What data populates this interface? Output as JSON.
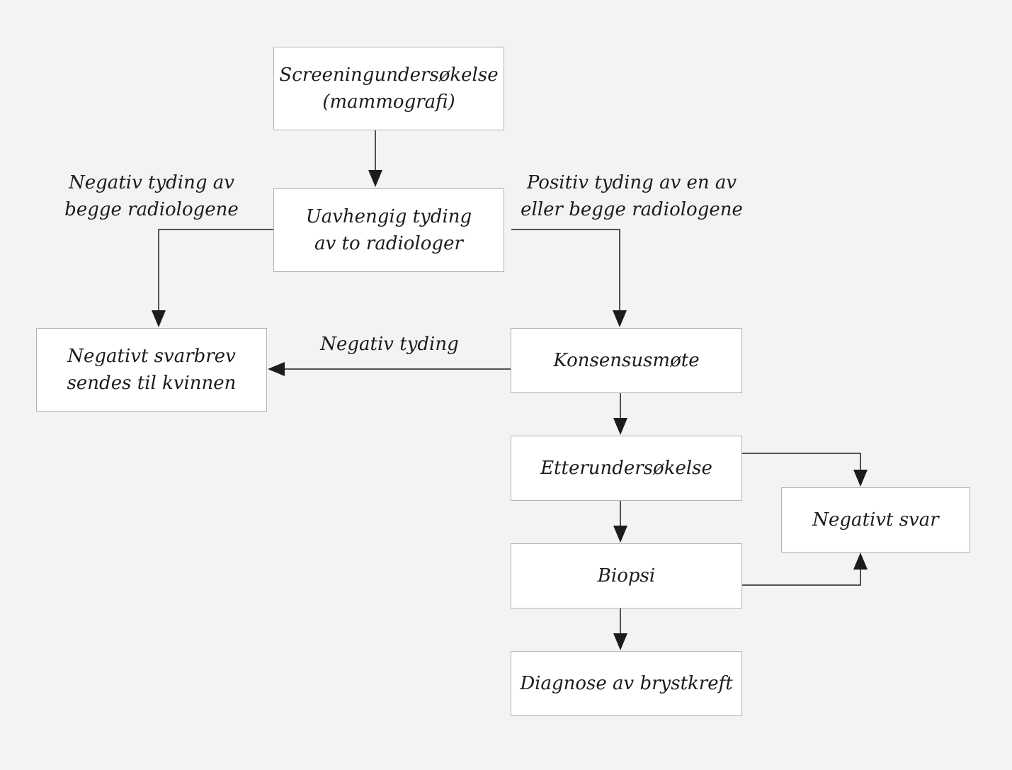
{
  "nodes": {
    "screening": {
      "lines": [
        "Screeningundersøkelse",
        "(mammografi)"
      ]
    },
    "independent_reading": {
      "lines": [
        "Uavhengig tyding",
        "av to radiologer"
      ]
    },
    "negative_letter": {
      "lines": [
        "Negativt svarbrev",
        "sendes til kvinnen"
      ]
    },
    "consensus": {
      "lines": [
        "Konsensusmøte"
      ]
    },
    "follow_up": {
      "lines": [
        "Etterundersøkelse"
      ]
    },
    "negative_answer": {
      "lines": [
        "Negativt svar"
      ]
    },
    "biopsy": {
      "lines": [
        "Biopsi"
      ]
    },
    "diagnosis": {
      "lines": [
        "Diagnose av brystkreft"
      ]
    }
  },
  "edge_labels": {
    "negative_both": [
      "Negativ tyding av",
      "begge radiologene"
    ],
    "positive_one": [
      "Positiv tyding av en av",
      "eller begge radiologene"
    ],
    "negative_consensus": [
      "Negativ tyding"
    ]
  },
  "colors": {
    "background": "#f4f3f1",
    "box_fill": "#ffffff",
    "box_border": "#b3b3b3",
    "line": "#1c1c1c",
    "text": "#1c1c1c"
  }
}
